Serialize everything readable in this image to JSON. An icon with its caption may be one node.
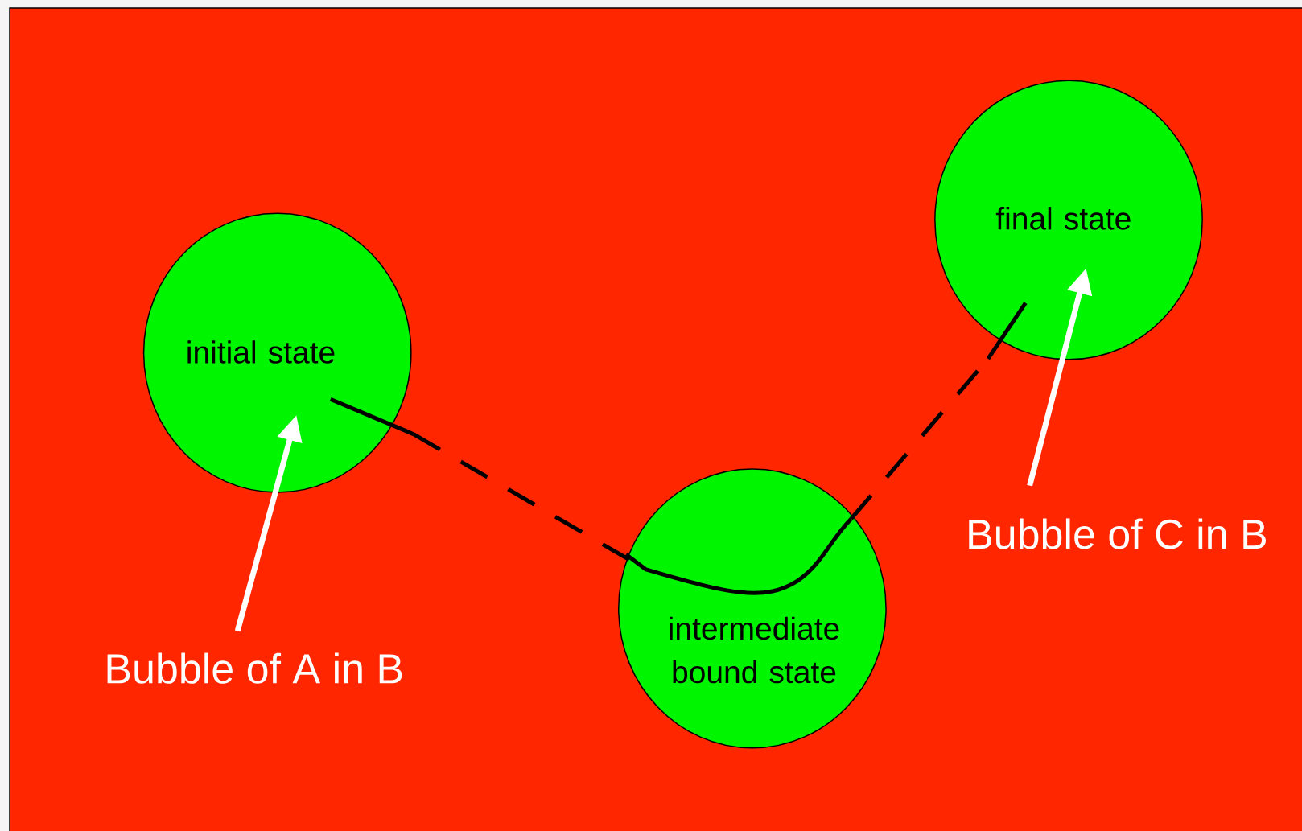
{
  "diagram": {
    "nodes": [
      {
        "text": [
          "initial state"
        ]
      },
      {
        "text": [
          "final state"
        ]
      },
      {
        "text": [
          "intermediate bound state"
        ]
      },
      {
        "text": [
          "Bubble of A in B"
        ]
      },
      {
        "text": [
          "Bubble of C in B"
        ]
      }
    ],
    "edges": [
      {
        "from": 0,
        "to": 2,
        "arrow": "none",
        "style": "dashed",
        "color": "#000000"
      },
      {
        "from": 2,
        "to": 1,
        "arrow": "none",
        "style": "dashed",
        "color": "#000000"
      },
      {
        "from": 3,
        "to": 0,
        "arrow": "to",
        "color": "#ffffff"
      },
      {
        "from": 4,
        "to": 1,
        "arrow": "to",
        "color": "#ffffff"
      }
    ]
  }
}
